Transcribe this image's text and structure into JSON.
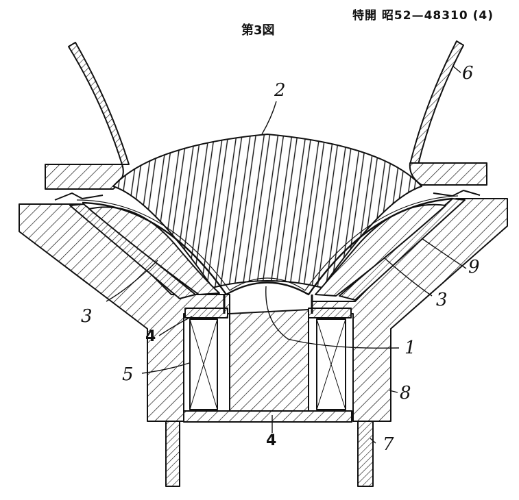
{
  "header": {
    "patent_number": "特開 昭52—48310 (4)",
    "figure_label": "第3図"
  },
  "reference_numerals": [
    "1",
    "2",
    "3",
    "3",
    "4",
    "4",
    "5",
    "6",
    "7",
    "8",
    "9"
  ],
  "colors": {
    "ink": "#111111",
    "paper": "#ffffff"
  }
}
